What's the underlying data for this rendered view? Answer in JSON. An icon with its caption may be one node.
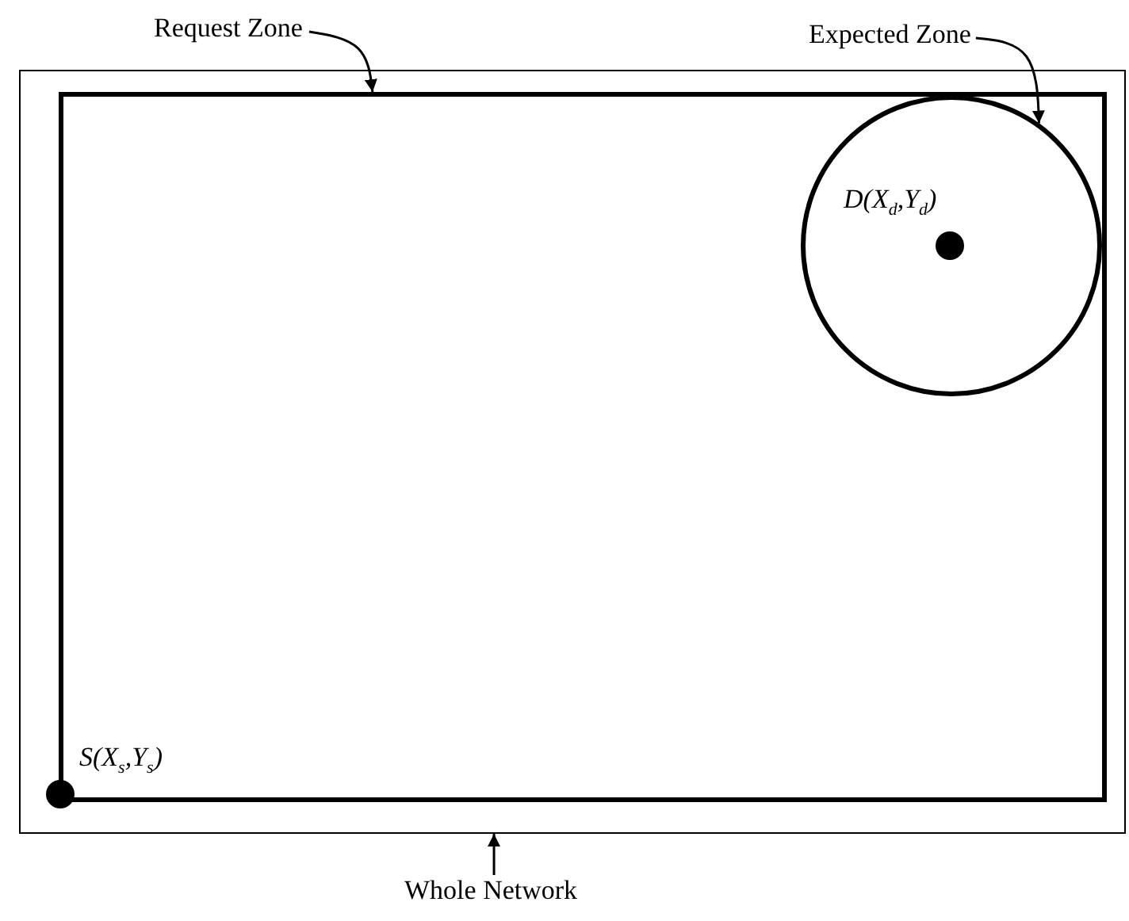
{
  "diagram": {
    "nodes": [
      {
        "text": [],
        "shape": "box"
      },
      {
        "text": [],
        "shape": "box",
        "in": 0
      },
      {
        "text": [],
        "shape": "circle",
        "in": 1
      },
      {
        "text": [],
        "shape": "circle",
        "in": 2,
        "beside": [
          "D(X$_{d}$,Y$_{d}$)"
        ]
      },
      {
        "text": [],
        "shape": "circle",
        "in": 0,
        "beside": [
          "S(X$_{s}$,Y$_{s}$)"
        ]
      },
      {
        "text": [
          "Request Zone"
        ]
      },
      {
        "text": [
          "Expected Zone"
        ]
      },
      {
        "text": [
          "Whole Network"
        ]
      }
    ],
    "edges": [
      {
        "from": 5,
        "to": 1,
        "arrow": "to"
      },
      {
        "from": 6,
        "to": 2,
        "arrow": "to"
      },
      {
        "from": 7,
        "to": 0,
        "arrow": "to"
      }
    ]
  }
}
